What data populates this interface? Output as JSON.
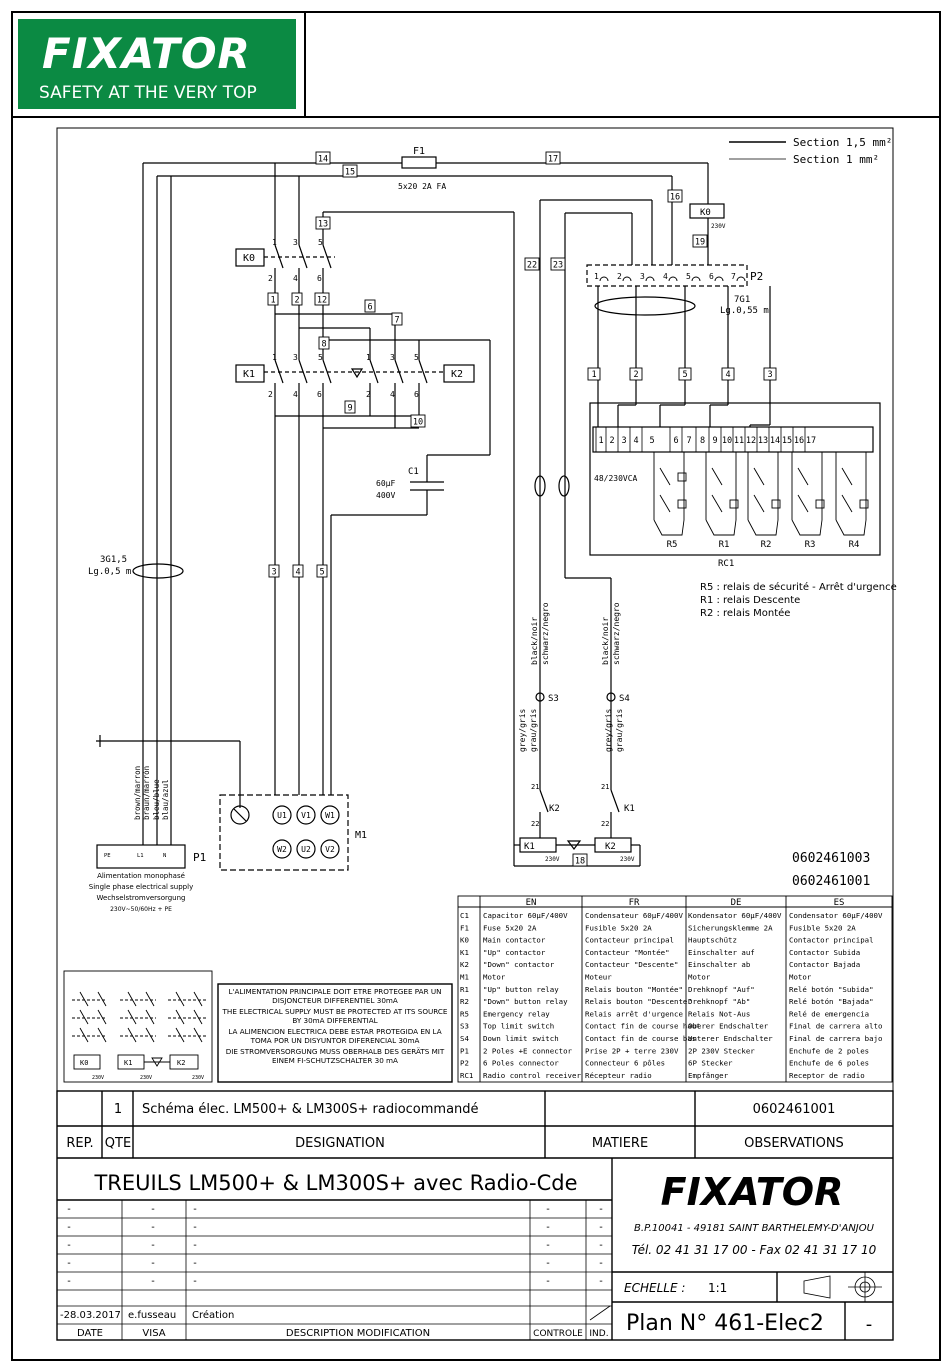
{
  "header": {
    "logo_brand": "FIXATOR",
    "logo_tagline": "SAFETY AT THE VERY TOP"
  },
  "schematic": {
    "section_legend": [
      "Section 1,5 mm²",
      "Section 1 mm²"
    ],
    "fuse": {
      "ref": "F1",
      "rating": "5x20 2A FA"
    },
    "contactors": {
      "k0": "K0",
      "k1": "K1",
      "k2": "K2",
      "k0_coil": "K0",
      "k0_voltage": "230V"
    },
    "contact_numbers_top": [
      "1",
      "3",
      "5"
    ],
    "contact_numbers_bottom": [
      "2",
      "4",
      "6"
    ],
    "wire_numbers": [
      "14",
      "15",
      "17",
      "16",
      "19",
      "13",
      "22",
      "23",
      "1",
      "2",
      "12",
      "6",
      "7",
      "8",
      "9",
      "10",
      "3",
      "4",
      "5",
      "18"
    ],
    "capacitor": {
      "ref": "C1",
      "value": "60µF",
      "voltage": "400V"
    },
    "cable_3g1": {
      "type": "3G1,5",
      "length": "Lg.0,5 m"
    },
    "cable_7g1": {
      "type": "7G1",
      "length": "Lg.0,55 m"
    },
    "connector_p2": {
      "ref": "P2",
      "pins": [
        "1",
        "2",
        "3",
        "4",
        "5",
        "6",
        "7"
      ]
    },
    "bundle_rc": [
      "1",
      "2",
      "5",
      "4",
      "3"
    ],
    "receiver": {
      "terminals": [
        "1",
        "2",
        "3",
        "4",
        "5",
        "6",
        "7",
        "8",
        "9",
        "10",
        "11",
        "12",
        "13",
        "14",
        "15",
        "16",
        "17"
      ],
      "voltage": "48/230VCA",
      "ref": "RC1",
      "relays": [
        "R5",
        "R1",
        "R2",
        "R3",
        "R4"
      ]
    },
    "relay_notes": [
      "R5 : relais de sécurité - Arrêt d'urgence",
      "R1 : relais Descente",
      "R2 : relais Montée"
    ],
    "limit_switches": {
      "s3": "S3",
      "s4": "S4",
      "wire_black": [
        "black/noir",
        "schwarz/negro"
      ],
      "wire_grey": [
        "grey/gris",
        "grau/gris"
      ],
      "k2_label": "K2",
      "k1_label": "K1",
      "contact_21": "21",
      "contact_22": "22",
      "coil_k1": "K1",
      "coil_k2": "K2",
      "coil_voltage": "230V",
      "wire_18": "18"
    },
    "supply_wires": [
      "brown/marron",
      "braun/marrón",
      "bleu/blue",
      "blau/azul"
    ],
    "p1": {
      "ref": "P1",
      "pins": [
        "PE",
        "L1",
        "N"
      ],
      "caption": [
        "Alimentation monophasé",
        "Single phase electrical supply",
        "Wechselstromversorgung",
        "230V~50/60Hz + PE"
      ]
    },
    "motor": {
      "ref": "M1",
      "terminals_top": [
        "U1",
        "V1",
        "W1"
      ],
      "terminals_bottom": [
        "W2",
        "U2",
        "V2"
      ]
    },
    "part_numbers": [
      "0602461003",
      "0602461001"
    ]
  },
  "legend_table": {
    "headers": [
      "EN",
      "FR",
      "DE",
      "ES"
    ],
    "rows": [
      {
        "ref": "C1",
        "en": "Capacitor 60µF/400V",
        "fr": "Condensateur 60µF/400V",
        "de": "Kondensator 60µF/400V",
        "es": "Condensator 60µF/400V"
      },
      {
        "ref": "F1",
        "en": "Fuse 5x20 2A",
        "fr": "Fusible 5x20 2A",
        "de": "Sicherungsklemme 2A",
        "es": "Fusible 5x20 2A"
      },
      {
        "ref": "K0",
        "en": "Main contactor",
        "fr": "Contacteur principal",
        "de": "Hauptschütz",
        "es": "Contactor principal"
      },
      {
        "ref": "K1",
        "en": "\"Up\" contactor",
        "fr": "Contacteur \"Montée\"",
        "de": "Einschalter auf",
        "es": "Contactor Subida"
      },
      {
        "ref": "K2",
        "en": "\"Down\" contactor",
        "fr": "Contacteur \"Descente\"",
        "de": "Einschalter ab",
        "es": "Contactor Bajada"
      },
      {
        "ref": "M1",
        "en": "Motor",
        "fr": "Moteur",
        "de": "Motor",
        "es": "Motor"
      },
      {
        "ref": "R1",
        "en": "\"Up\" button relay",
        "fr": "Relais bouton \"Montée\"",
        "de": "Drehknopf \"Auf\"",
        "es": "Relé botón \"Subida\""
      },
      {
        "ref": "R2",
        "en": "\"Down\" button relay",
        "fr": "Relais bouton \"Descente\"",
        "de": "Drehknopf \"Ab\"",
        "es": "Relé botón \"Bajada\""
      },
      {
        "ref": "R5",
        "en": "Emergency relay",
        "fr": "Relais arrêt d'urgence",
        "de": "Relais Not-Aus",
        "es": "Relé de emergencia"
      },
      {
        "ref": "S3",
        "en": "Top limit switch",
        "fr": "Contact fin de course haut",
        "de": "Oberer Endschalter",
        "es": "Final de carrera alto"
      },
      {
        "ref": "S4",
        "en": "Down limit switch",
        "fr": "Contact fin de course bas",
        "de": "Unterer Endschalter",
        "es": "Final de carrera bajo"
      },
      {
        "ref": "P1",
        "en": "2 Poles +E connector",
        "fr": "Prise 2P + terre 230V",
        "de": "2P 230V Stecker",
        "es": "Enchufe de 2 poles"
      },
      {
        "ref": "P2",
        "en": "6 Poles connector",
        "fr": "Connecteur 6 pôles",
        "de": "6P Stecker",
        "es": "Enchufe de 6 poles"
      },
      {
        "ref": "RC1",
        "en": "Radio control receiver",
        "fr": "Récepteur radio",
        "de": "Empfänger",
        "es": "Receptor de radio"
      }
    ]
  },
  "mini_diagram": {
    "coils": [
      "K0",
      "K1",
      "K2"
    ],
    "voltage": "230V"
  },
  "warning": [
    "L'ALIMENTATION PRINCIPALE DOIT ETRE PROTEGEE PAR UN DISJONCTEUR DIFFERENTIEL 30mA",
    "THE ELECTRICAL SUPPLY MUST BE PROTECTED AT ITS SOURCE BY 30mA DIFFERENTIAL",
    "LA ALIMENCION ELECTRICA DEBE ESTAR PROTEGIDA EN LA TOMA POR UN DISYUNTOR DIFERENCIAL 30mA",
    "DIE STROMVERSORGUNG MUSS OBERHALB DES GERÄTS MIT EINEM FI-SCHUTZSCHALTER 30 mA"
  ],
  "title_block": {
    "parts_row": {
      "rep": "",
      "qte": "1",
      "designation": "Schéma élec. LM500+ & LM300S+ radiocommandé",
      "matiere": "",
      "observations": "0602461001"
    },
    "parts_headers": {
      "rep": "REP.",
      "qte": "QTE",
      "designation": "DESIGNATION",
      "matiere": "MATIERE",
      "observations": "OBSERVATIONS"
    },
    "title": "TREUILS LM500+ & LM300S+ avec Radio-Cde",
    "company": {
      "brand": "FIXATOR",
      "address": "B.P.10041  -  49181  SAINT  BARTHELEMY-D'ANJOU",
      "phone": "Tél. 02 41 31 17 00  -  Fax 02 41 31 17 10"
    },
    "scale_label": "ECHELLE :",
    "scale_value": "1:1",
    "plan_label": "Plan N° 461-Elec2",
    "plan_suffix": "-",
    "revision_placeholders": [
      "-",
      "-",
      "-",
      "-",
      "-",
      "-",
      "-",
      "-",
      "-",
      "-",
      "-",
      "-",
      "-",
      "-",
      "-",
      "-",
      "-",
      "-",
      "-",
      "-",
      "-",
      "-",
      "-",
      "-",
      "-"
    ],
    "revision": {
      "date": "-28.03.2017",
      "visa": "e.fusseau",
      "description": "Création"
    },
    "revision_headers": {
      "date": "DATE",
      "visa": "VISA",
      "description": "DESCRIPTION  MODIFICATION",
      "controle": "CONTROLE",
      "ind": "IND."
    }
  }
}
